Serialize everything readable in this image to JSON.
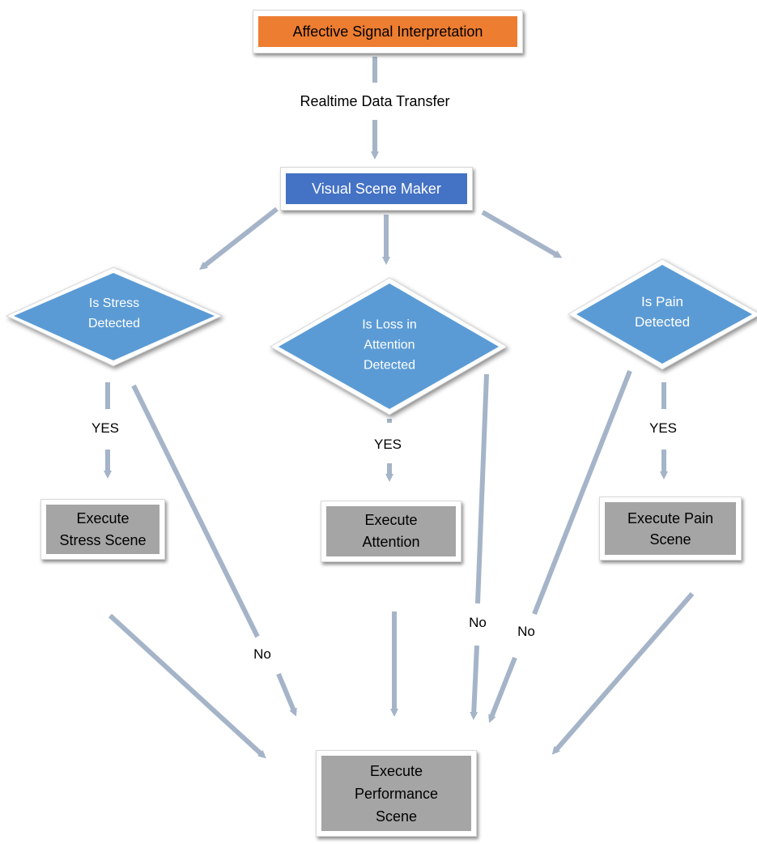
{
  "nodes": {
    "signal": "Affective Signal Interpretation",
    "scene_maker": "Visual Scene Maker",
    "stress_decision": "Is Stress\nDetected",
    "attention_decision": "Is Loss in\nAttention\nDetected",
    "pain_decision": "Is Pain\nDetected",
    "stress_scene": "Execute\nStress Scene",
    "attention_scene": "Execute\nAttention",
    "pain_scene": "Execute Pain\nScene",
    "performance_scene": "Execute\nPerformance\nScene"
  },
  "edge_labels": {
    "realtime": "Realtime Data Transfer",
    "stress_yes": "YES",
    "attention_yes": "YES",
    "pain_yes": "YES",
    "stress_no": "No",
    "attention_no": "No",
    "pain_no": "No"
  },
  "colors": {
    "signal_fill": "#ED7D31",
    "scene_maker_fill": "#4472C4",
    "decision_fill": "#5B9BD5",
    "action_fill": "#A5A5A5",
    "arrow": "#A5B4C8"
  }
}
